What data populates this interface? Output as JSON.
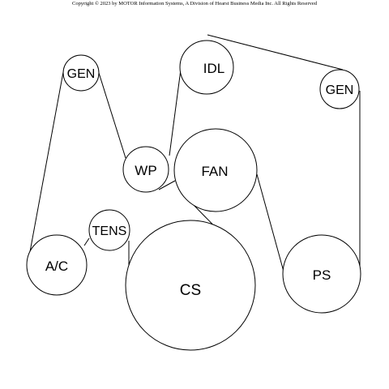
{
  "copyright": "Copyright © 2023 by MOTOR Information Systems, A Division of Hearst Business Media Inc. All Rights Reserved",
  "colors": {
    "line": "#000000",
    "background": "#ffffff"
  },
  "pulleys": [
    {
      "id": "gen-left",
      "label": "GEN"
    },
    {
      "id": "idl",
      "label": "IDL"
    },
    {
      "id": "gen-right",
      "label": "GEN"
    },
    {
      "id": "wp",
      "label": "WP"
    },
    {
      "id": "fan",
      "label": "FAN"
    },
    {
      "id": "tens",
      "label": "TENS"
    },
    {
      "id": "ac",
      "label": "A/C"
    },
    {
      "id": "cs",
      "label": "CS"
    },
    {
      "id": "ps",
      "label": "PS"
    }
  ]
}
